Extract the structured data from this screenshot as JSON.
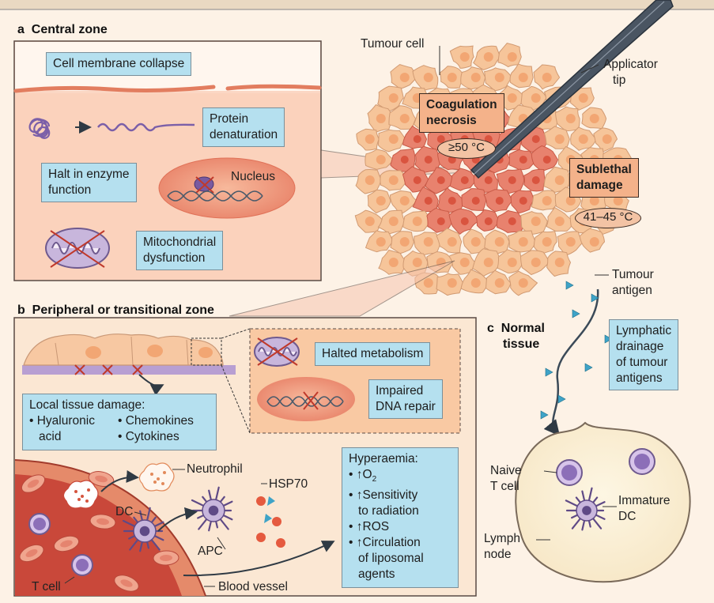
{
  "panel_a": {
    "letter": "a",
    "title": "Central zone",
    "cell_membrane_collapse": "Cell membrane collapse",
    "protein_denaturation": [
      "Protein",
      "denaturation"
    ],
    "halt_enzyme": [
      "Halt in enzyme",
      "function"
    ],
    "nucleus": "Nucleus",
    "mito_dysfunction": [
      "Mitochondrial",
      "dysfunction"
    ]
  },
  "tumour": {
    "tumour_cell": "Tumour cell",
    "applicator_tip": [
      "Applicator",
      "tip"
    ],
    "coagulation_necrosis": [
      "Coagulation",
      "necrosis"
    ],
    "temp_central": "≥50 °C",
    "sublethal_damage": [
      "Sublethal",
      "damage"
    ],
    "temp_peripheral": "41–45 °C",
    "tumour_antigen": [
      "Tumour",
      "antigen"
    ]
  },
  "panel_b": {
    "letter": "b",
    "title": "Peripheral or transitional zone",
    "halted_metabolism": "Halted metabolism",
    "impaired_dna_repair": [
      "Impaired",
      "DNA repair"
    ],
    "local_damage_title": "Local tissue damage:",
    "local_damage_items": [
      "• Hyaluronic",
      "acid",
      "• Chemokines",
      "• Cytokines"
    ],
    "neutrophil": "Neutrophil",
    "hsp70": "HSP70",
    "dc": "DC",
    "apc": "APC",
    "t_cell": "T cell",
    "blood_vessel": "Blood vessel",
    "hyperaemia_title": "Hyperaemia:",
    "hyperaemia_o2": "O",
    "hyperaemia_o2_sub": "2",
    "hyperaemia_items": [
      "Sensitivity",
      "to radiation",
      "ROS",
      "Circulation",
      "of liposomal",
      "agents"
    ],
    "bullet": "•",
    "up_arrow": "↑"
  },
  "panel_c": {
    "letter": "c",
    "title": [
      "Normal",
      "tissue"
    ],
    "lymphatic_drainage": [
      "Lymphatic",
      "drainage",
      "of tumour",
      "antigens"
    ],
    "naive_t_cell": [
      "Naive",
      "T cell"
    ],
    "immature_dc": [
      "Immature",
      "DC"
    ],
    "lymph_node": [
      "Lymph",
      "node"
    ]
  },
  "colors": {
    "background": "#fdf2e6",
    "info_box": "#b5e0ef",
    "necrosis": "#e8826e",
    "sublethal": "#f4b28a",
    "tumour_cell_fill": "#f6c59a",
    "antigen": "#3ea3c7",
    "vessel": "#c0392b"
  }
}
